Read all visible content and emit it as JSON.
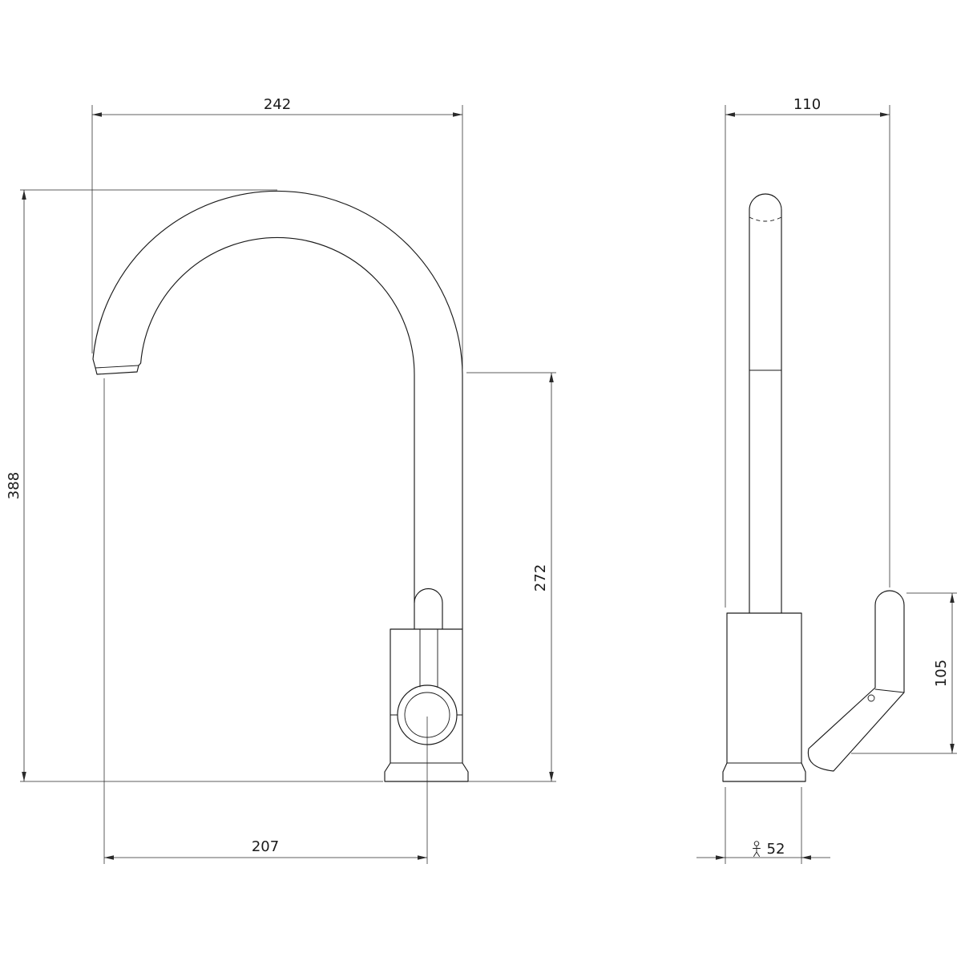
{
  "drawing": {
    "type": "technical-dimension-drawing",
    "subject": "kitchen-mixer-tap",
    "background_color": "#ffffff",
    "line_color": "#1a1a1a"
  },
  "dimensions": {
    "front": {
      "top_width": "242",
      "overall_height": "388",
      "spout_height": "272",
      "spout_reach": "207"
    },
    "side": {
      "top_depth": "110",
      "handle_height": "105",
      "base_depth": "52"
    }
  },
  "icons": {
    "base_symbol": "stick-figure-icon"
  }
}
